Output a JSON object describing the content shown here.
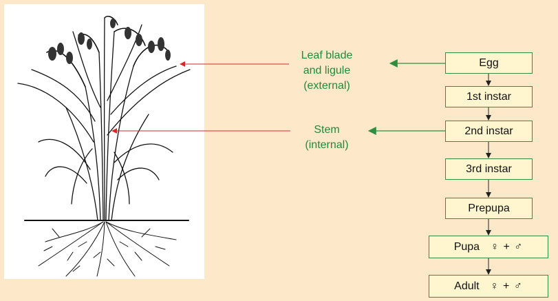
{
  "labels": {
    "leaf": [
      "Leaf blade",
      "and ligule",
      "(external)"
    ],
    "stem": [
      "Stem",
      "(internal)"
    ]
  },
  "stages": [
    {
      "name": "Egg",
      "sex": ""
    },
    {
      "name": "1st instar",
      "sex": ""
    },
    {
      "name": "2nd instar",
      "sex": ""
    },
    {
      "name": "3rd instar",
      "sex": ""
    },
    {
      "name": "Prepupa",
      "sex": ""
    },
    {
      "name": "Pupa",
      "sex": "♀ + ♂"
    },
    {
      "name": "Adult",
      "sex": "♀ + ♂"
    }
  ],
  "colors": {
    "background": "#fde9c9",
    "label_text": "#1f8a3a",
    "green_arrow": "#2f8f3f",
    "red_arrow": "#d8262c",
    "box_fill": "#fff6cf"
  }
}
